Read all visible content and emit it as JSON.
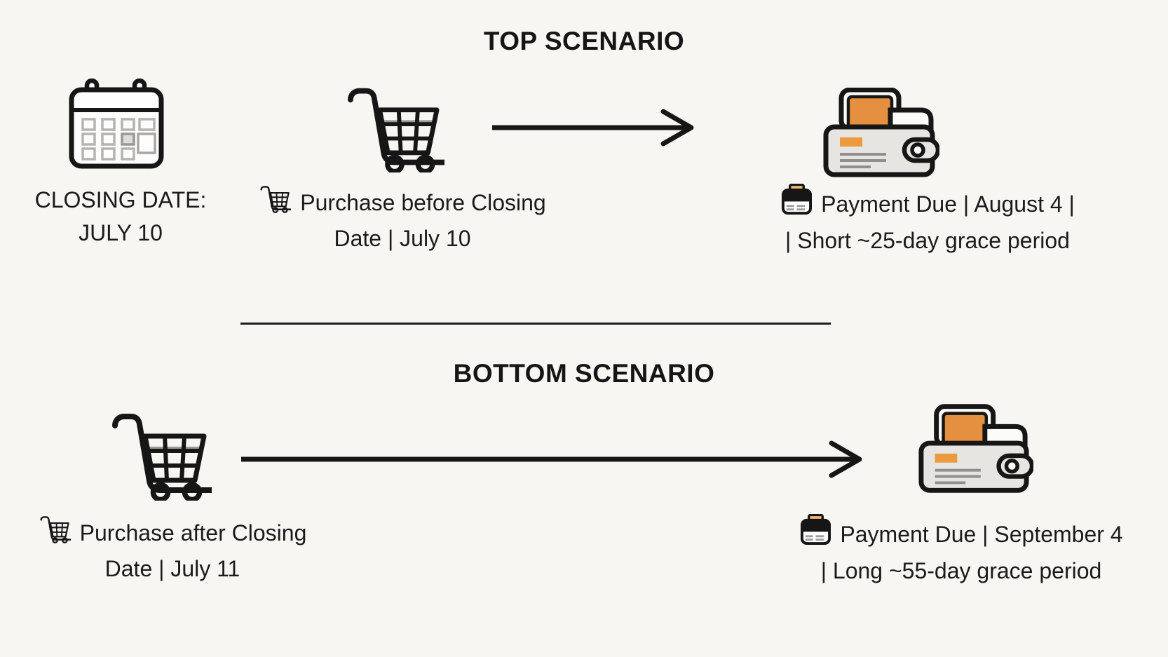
{
  "colors": {
    "bg": "#f7f6f3",
    "ink": "#1b1b1b",
    "orange_light": "#e59040",
    "orange_mid": "#eb9b3d",
    "orange_dark": "#d9752c",
    "wallet_gray": "#e6e5e2",
    "line_gray": "#8f8f8f"
  },
  "top_scenario": {
    "heading": "TOP SCENARIO",
    "closing_date": {
      "line1": "CLOSING DATE:",
      "line2": "JULY 10"
    },
    "purchase": {
      "line1": "Purchase before Closing",
      "line2": "Date | July 10"
    },
    "payment": {
      "line1": "Payment Due | August 4 |",
      "line2": "| Short ~25-day grace period"
    }
  },
  "bottom_scenario": {
    "heading": "BOTTOM SCENARIO",
    "purchase": {
      "line1": "Purchase after Closing",
      "line2": "Date | July 11"
    },
    "payment": {
      "line1": "Payment Due | September 4",
      "line2": "| Long ~55-day grace period"
    }
  },
  "icons": {
    "calendar": "calendar-icon",
    "cart_large": "shopping-cart-icon",
    "cart_inline": "shopping-cart-icon",
    "wallet_large": "wallet-icon",
    "wallet_inline": "wallet-card-icon",
    "arrow": "right-arrow-icon"
  }
}
